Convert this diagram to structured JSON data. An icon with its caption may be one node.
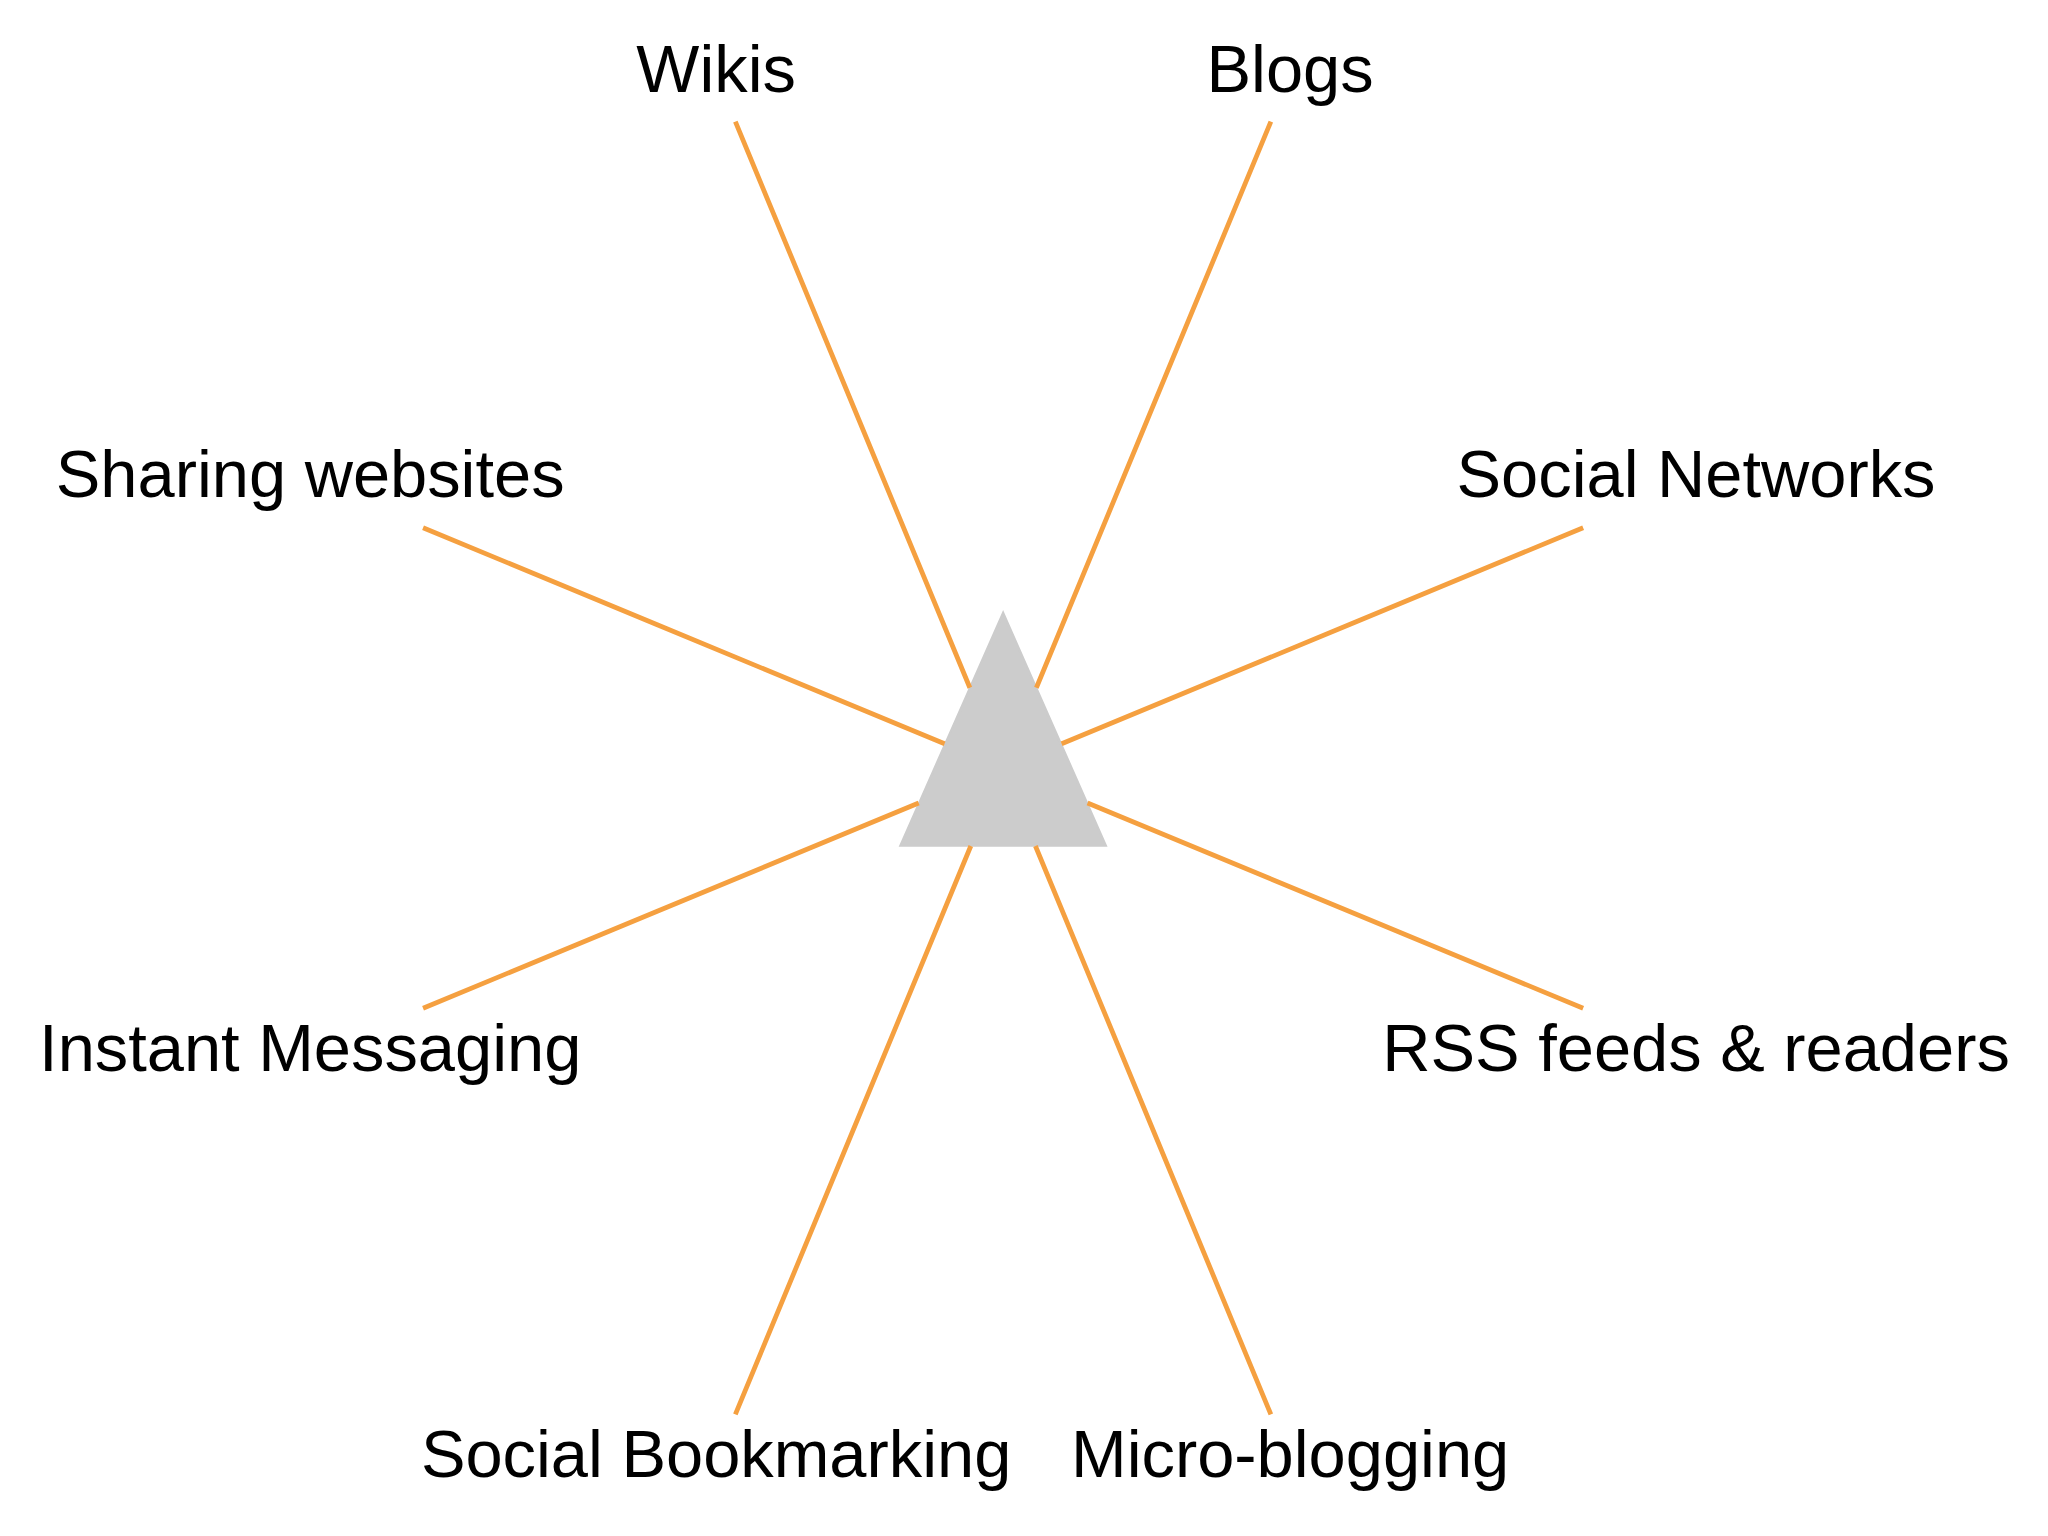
{
  "diagram": {
    "nodes": [
      {
        "text": [
          "Social Networks"
        ]
      },
      {
        "text": [
          "Blogs"
        ]
      },
      {
        "text": [
          "Wikis"
        ]
      },
      {
        "text": [],
        "shape": "person"
      },
      {
        "text": [
          "Sharing websites"
        ]
      },
      {
        "text": [
          "Instant Messaging"
        ]
      },
      {
        "text": [
          "Social Bookmarking"
        ]
      },
      {
        "text": [
          "Micro-blogging"
        ]
      },
      {
        "text": [
          "RSS feeds & readers"
        ]
      }
    ],
    "edges": [
      {
        "from": 0,
        "to": 3,
        "arrow": "none"
      },
      {
        "from": 1,
        "to": 3,
        "arrow": "none"
      },
      {
        "from": 2,
        "to": 3,
        "arrow": "none"
      },
      {
        "from": 4,
        "to": 3,
        "arrow": "none"
      },
      {
        "from": 5,
        "to": 3,
        "arrow": "none"
      },
      {
        "from": 6,
        "to": 3,
        "arrow": "none"
      },
      {
        "from": 7,
        "to": 3,
        "arrow": "none"
      },
      {
        "from": 8,
        "to": 3,
        "arrow": "none"
      }
    ]
  }
}
